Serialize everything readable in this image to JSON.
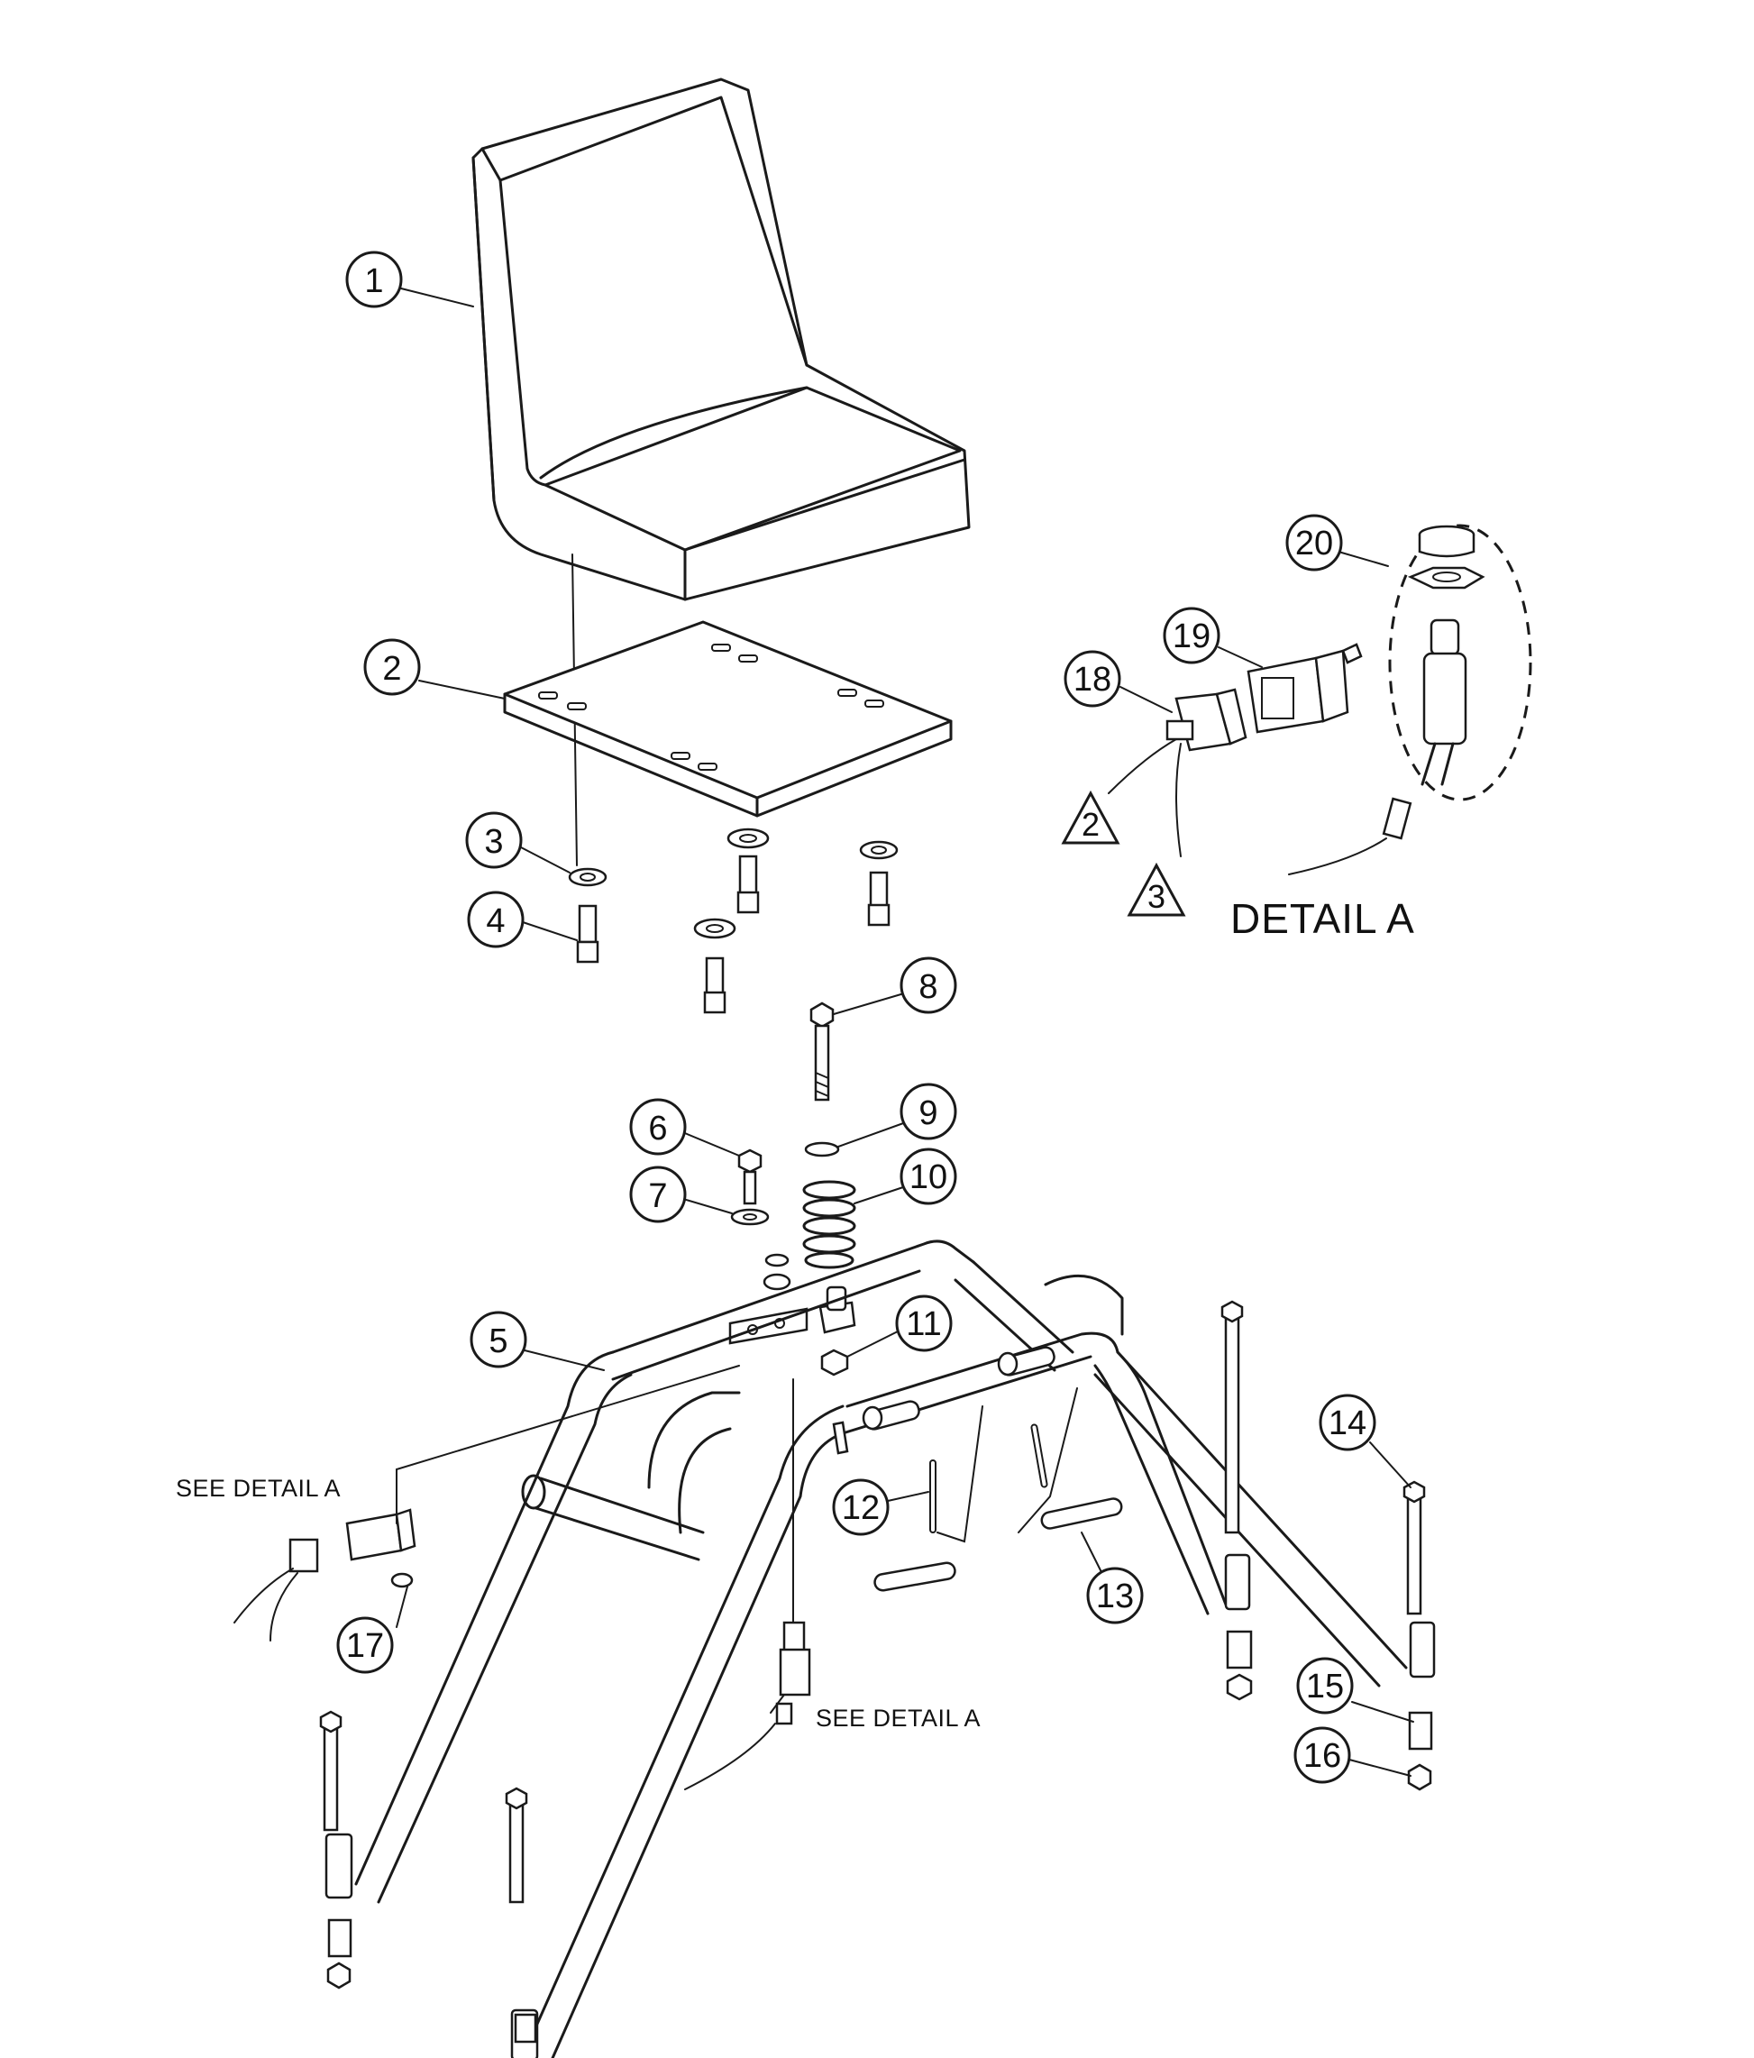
{
  "callouts": [
    "1",
    "2",
    "3",
    "4",
    "5",
    "6",
    "7",
    "8",
    "9",
    "10",
    "11",
    "12",
    "13",
    "14",
    "15",
    "16",
    "17",
    "18",
    "19",
    "20"
  ],
  "notes": [
    "2",
    "3"
  ],
  "labels": {
    "detail_a": "DETAIL A",
    "see_detail_a_left": "SEE DETAIL A",
    "see_detail_a_bottom": "SEE DETAIL A"
  }
}
